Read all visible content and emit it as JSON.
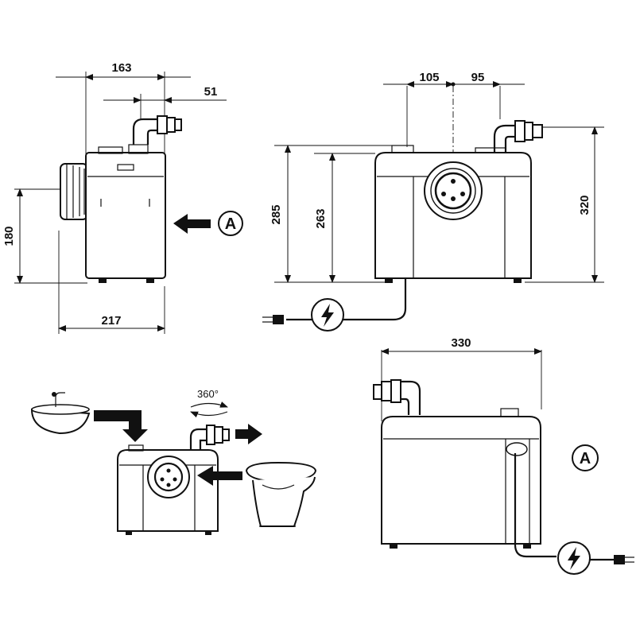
{
  "dimensions": {
    "side_width_top": "163",
    "side_outlet_offset": "51",
    "side_inlet_height": "180",
    "side_depth": "217",
    "front_left_offset": "105",
    "front_right_offset": "95",
    "front_height_top": "285",
    "front_height_inlet": "263",
    "front_height_outlet": "320",
    "rear_width": "330"
  },
  "labels": {
    "inlet_marker": "A",
    "rear_marker": "A",
    "rotation": "360°"
  },
  "icons": {
    "power": "lightning-icon",
    "flow": "arrow-icon"
  }
}
